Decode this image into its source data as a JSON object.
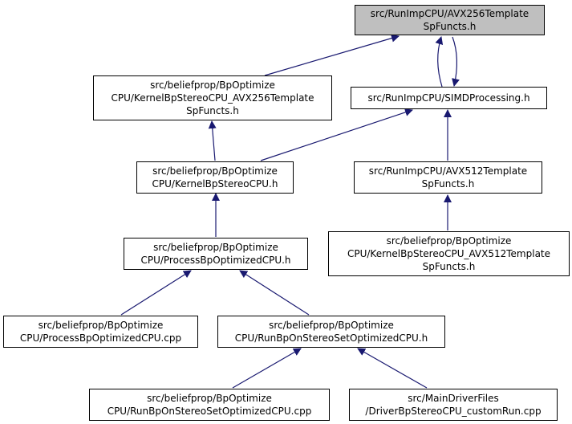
{
  "nodes": {
    "avx256_funcs": "src/RunImpCPU/AVX256Template\nSpFuncts.h",
    "kernel_avx256": "src/beliefprop/BpOptimize\nCPU/KernelBpStereoCPU_AVX256Template\nSpFuncts.h",
    "simd_processing": "src/RunImpCPU/SIMDProcessing.h",
    "kernel_cpu": "src/beliefprop/BpOptimize\nCPU/KernelBpStereoCPU.h",
    "avx512_funcs": "src/RunImpCPU/AVX512Template\nSpFuncts.h",
    "kernel_avx512": "src/beliefprop/BpOptimize\nCPU/KernelBpStereoCPU_AVX512Template\nSpFuncts.h",
    "process_bp_h": "src/beliefprop/BpOptimize\nCPU/ProcessBpOptimizedCPU.h",
    "process_bp_cpp": "src/beliefprop/BpOptimize\nCPU/ProcessBpOptimizedCPU.cpp",
    "run_bp_h": "src/beliefprop/BpOptimize\nCPU/RunBpOnStereoSetOptimizedCPU.h",
    "run_bp_cpp": "src/beliefprop/BpOptimize\nCPU/RunBpOnStereoSetOptimizedCPU.cpp",
    "driver_cpp": "src/MainDriverFiles\n/DriverBpStereoCPU_customRun.cpp"
  },
  "colors": {
    "edge": "#191970",
    "root_fill": "#bfbfbf",
    "node_fill": "#ffffff",
    "border": "#000000"
  }
}
